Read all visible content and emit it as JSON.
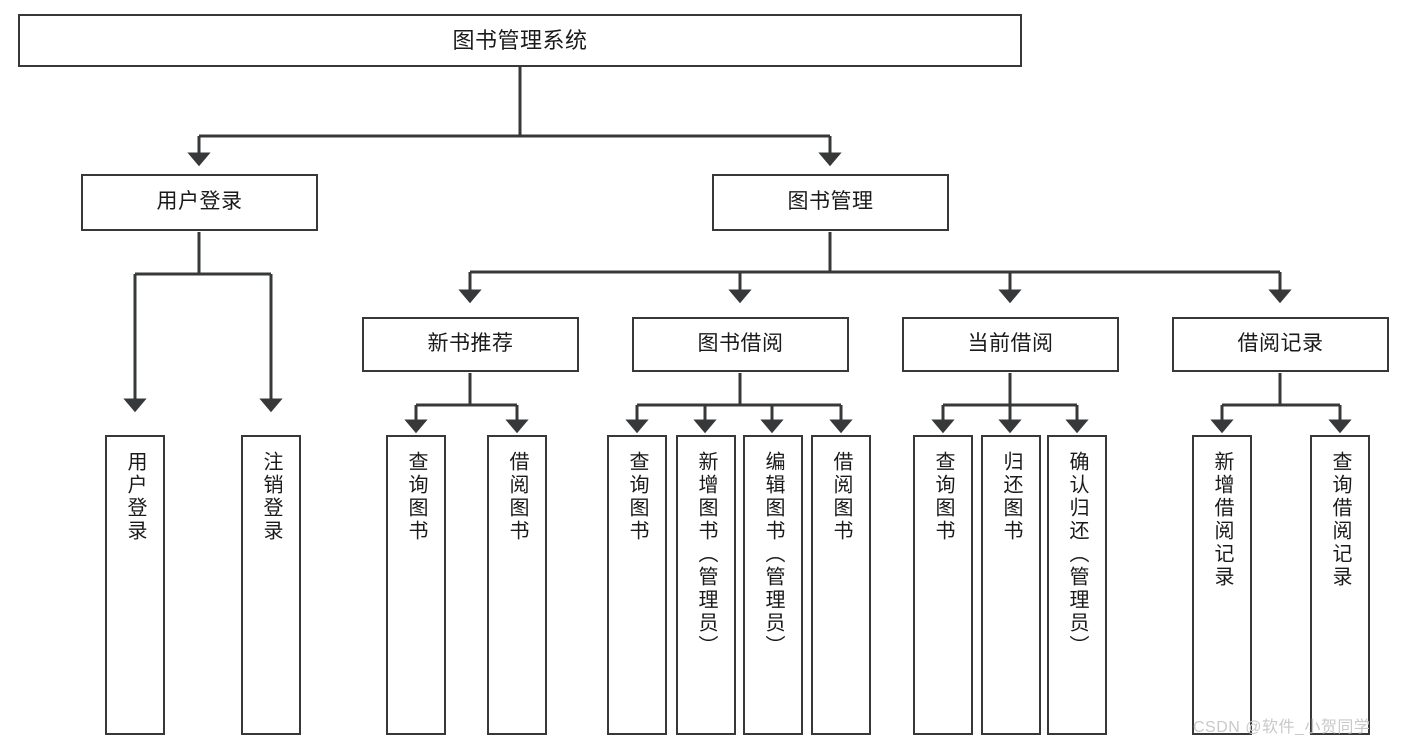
{
  "diagram": {
    "title": "图书管理系统",
    "type": "hierarchy-tree",
    "orientation": "top-down",
    "line_color": "#37383a",
    "box_fill": "#ffffff",
    "text_color": "#1a1a1a",
    "levels": 4,
    "nodes": {
      "root": {
        "label": "图书管理系统"
      },
      "level1": [
        {
          "label": "用户登录"
        },
        {
          "label": "图书管理"
        }
      ],
      "level2": [
        {
          "label": "新书推荐"
        },
        {
          "label": "图书借阅"
        },
        {
          "label": "当前借阅"
        },
        {
          "label": "借阅记录"
        }
      ],
      "leaves_user_login": [
        {
          "label": "用户登录"
        },
        {
          "label": "注销登录"
        }
      ],
      "leaves_new_book": [
        {
          "label": "查询图书"
        },
        {
          "label": "借阅图书"
        }
      ],
      "leaves_borrow": [
        {
          "label": "查询图书"
        },
        {
          "label": "新增图书（管理员）"
        },
        {
          "label": "编辑图书（管理员）"
        },
        {
          "label": "借阅图书"
        }
      ],
      "leaves_current": [
        {
          "label": "查询图书"
        },
        {
          "label": "归还图书"
        },
        {
          "label": "确认归还（管理员）"
        }
      ],
      "leaves_records": [
        {
          "label": "新增借阅记录"
        },
        {
          "label": "查询借阅记录"
        }
      ]
    }
  },
  "watermark": {
    "text": "CSDN @软件_小贺同学"
  }
}
